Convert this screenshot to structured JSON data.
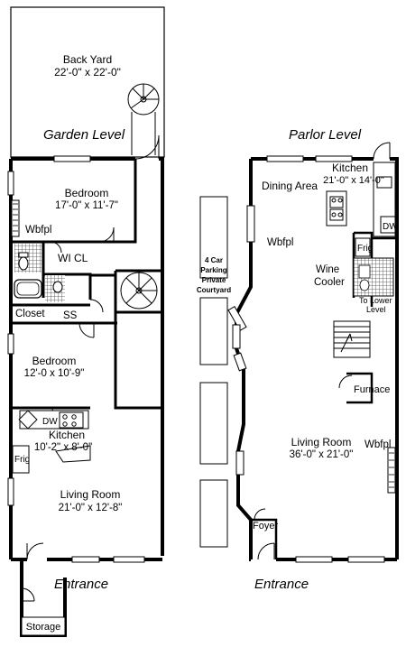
{
  "garden_level": {
    "title": "Garden Level",
    "back_yard": {
      "name": "Back Yard",
      "dims": "22'-0\" x 22'-0\""
    },
    "bedroom_1": {
      "name": "Bedroom",
      "dims": "17'-0\" x 11'-7\""
    },
    "wbfpl": "Wbfpl",
    "wicl": "WI CL",
    "closet": "Closet",
    "ss": "SS",
    "bedroom_2": {
      "name": "Bedroom",
      "dims": "12'-0 x 10'-9\""
    },
    "dw": "DW",
    "kitchen": {
      "name": "Kitchen",
      "dims": "10'-2\" x 8'-0\""
    },
    "frig": "Frig",
    "living_room": {
      "name": "Living Room",
      "dims": "21'-0\" x 12'-8\""
    },
    "entrance": "Entrance",
    "storage": "Storage"
  },
  "courtyard": {
    "line1": "4 Car",
    "line2": "Parking",
    "line3": "Private",
    "line4": "Courtyard"
  },
  "parlor_level": {
    "title": "Parlor Level",
    "kitchen": {
      "name": "Kitchen",
      "dims": "21'-0\" x 14'-0\""
    },
    "dining_area": "Dining Area",
    "dw": "DW",
    "wbfpl_1": "Wbfpl",
    "frig": "Frig",
    "wine_cooler": {
      "line1": "Wine",
      "line2": "Cooler"
    },
    "to_lower": {
      "line1": "To Lower",
      "line2": "Level"
    },
    "furnace": "Furnace",
    "living_room": {
      "name": "Living Room",
      "dims": "36'-0\" x 21'-0\""
    },
    "wbfpl_2": "Wbfpl",
    "foyer": "Foyer",
    "entrance": "Entrance"
  },
  "colors": {
    "wall": "#000000",
    "fill": "#ffffff",
    "fixture": "#555555"
  }
}
